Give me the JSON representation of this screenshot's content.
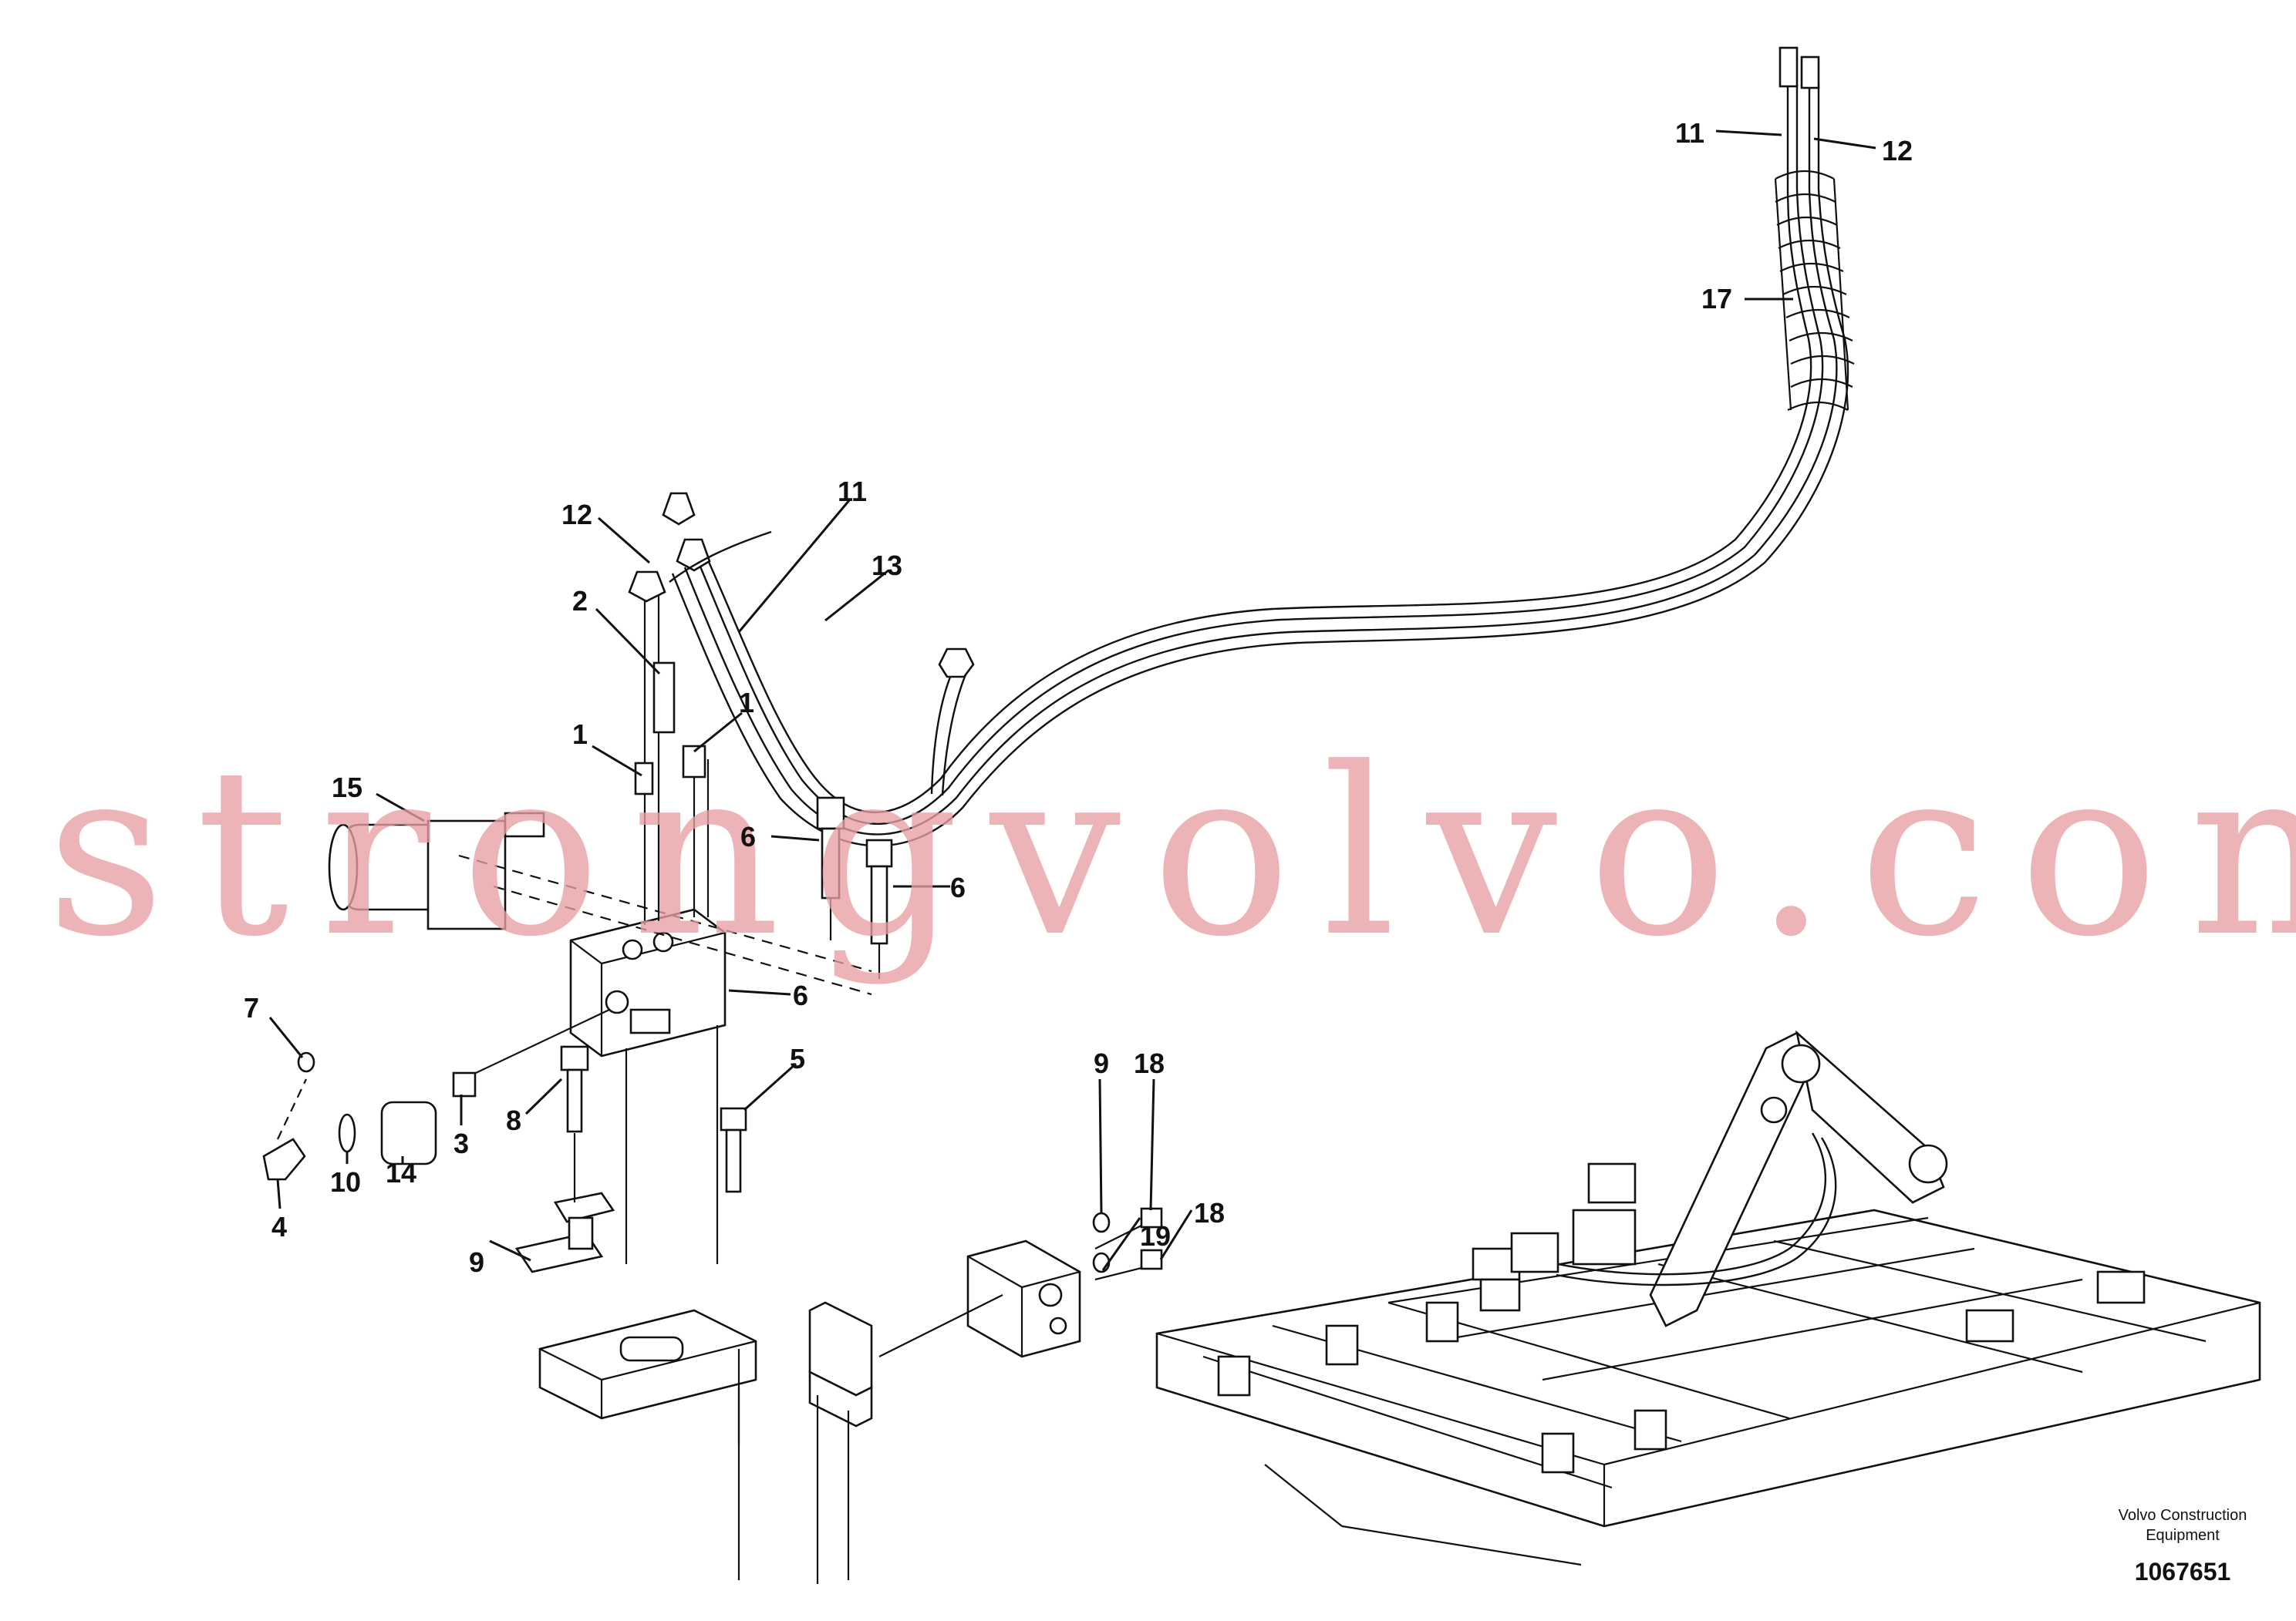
{
  "callouts": [
    {
      "id": "c11a",
      "text": "11"
    },
    {
      "id": "c12a",
      "text": "12"
    },
    {
      "id": "c17",
      "text": "17"
    },
    {
      "id": "c12b",
      "text": "12"
    },
    {
      "id": "c11b",
      "text": "11"
    },
    {
      "id": "c13",
      "text": "13"
    },
    {
      "id": "c2",
      "text": "2"
    },
    {
      "id": "c1a",
      "text": "1"
    },
    {
      "id": "c1b",
      "text": "1"
    },
    {
      "id": "c15",
      "text": "15"
    },
    {
      "id": "c6a",
      "text": "6"
    },
    {
      "id": "c6b",
      "text": "6"
    },
    {
      "id": "c6c",
      "text": "6"
    },
    {
      "id": "c7",
      "text": "7"
    },
    {
      "id": "c5",
      "text": "5"
    },
    {
      "id": "c8",
      "text": "8"
    },
    {
      "id": "c3",
      "text": "3"
    },
    {
      "id": "c14",
      "text": "14"
    },
    {
      "id": "c10",
      "text": "10"
    },
    {
      "id": "c4",
      "text": "4"
    },
    {
      "id": "c9a",
      "text": "9"
    },
    {
      "id": "c9b",
      "text": "9"
    },
    {
      "id": "c18a",
      "text": "18"
    },
    {
      "id": "c18b",
      "text": "18"
    },
    {
      "id": "c19",
      "text": "19"
    }
  ],
  "watermark": "strongvolvo.com",
  "footer": {
    "brand_line1": "Volvo Construction",
    "brand_line2": "Equipment",
    "drawing_number": "1067651"
  }
}
